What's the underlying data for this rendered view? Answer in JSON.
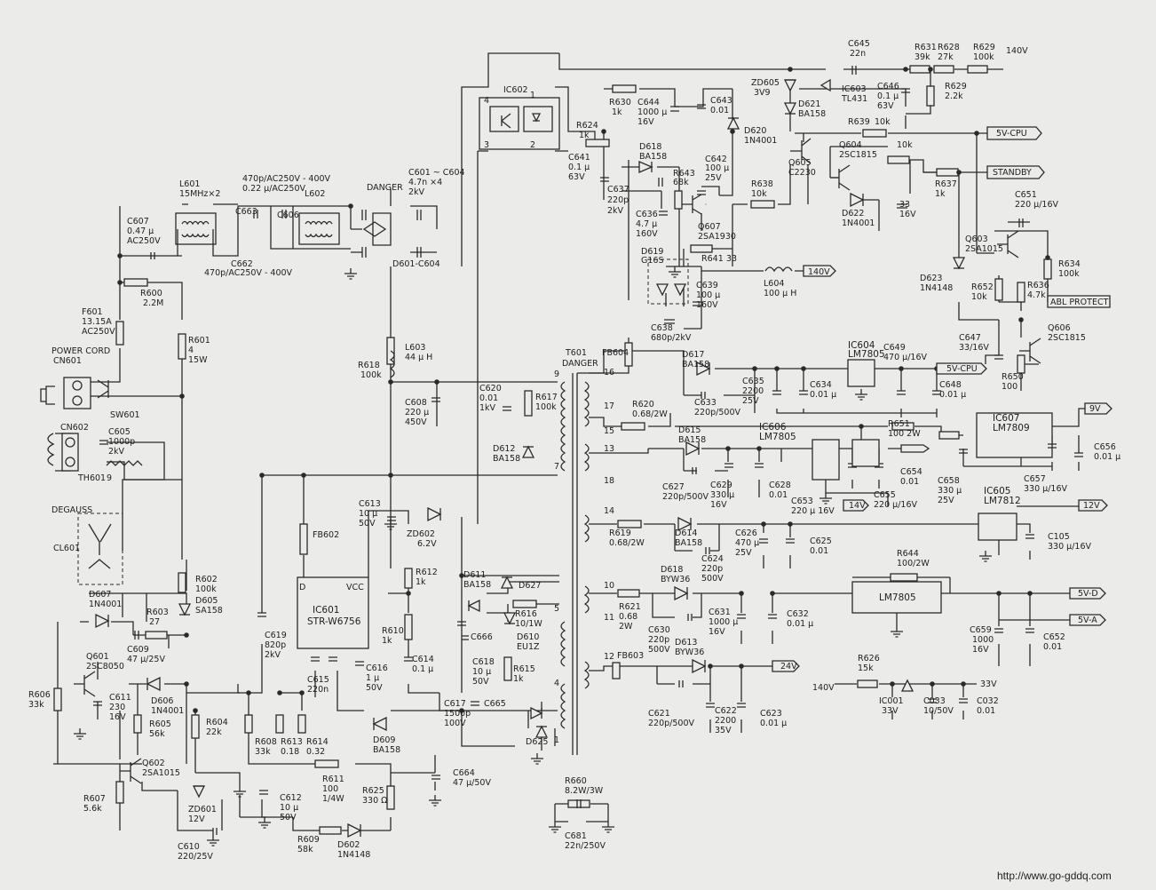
{
  "ic602": "IC602",
  "ic602_pins": [
    "4",
    "1",
    "3",
    "2"
  ],
  "r624": "R624",
  "r624_v": "1k",
  "r630": "R630",
  "r630_v": "1k",
  "c641": "C641",
  "c641_v1": "0.1 μ",
  "c641_v2": "63V",
  "c644": "C644",
  "c644_v1": "1000 μ",
  "c644_v2": "16V",
  "c643": "C643",
  "c643_v": "0.01",
  "d620": "D620",
  "d620_v": "1N4001",
  "d618a": "D618",
  "d618a_v": "BA158",
  "r643": "R643",
  "r643_v": "68k",
  "c642": "C642",
  "c642_v1": "100 μ",
  "c642_v2": "25V",
  "c637": "C637",
  "c637_v1": "220p",
  "c637_v2": "2kV",
  "c636": "C636",
  "c636_v1": "4.7 μ",
  "c636_v2": "160V",
  "q607": "Q607",
  "q607_v": "2SA1930",
  "r641": "R641",
  "r641_v": "33",
  "r638": "R638",
  "r638_v": "10k",
  "zd605": "ZD605",
  "zd605_v": "3V9",
  "d621": "D621",
  "d621_v": "BA158",
  "c645": "C645",
  "c645_v": "22n",
  "r631": "R631",
  "r631_v": "39k",
  "r628": "R628",
  "r628_v": "27k",
  "r629a": "R629",
  "r629a_v": "100k",
  "v140_top": "140V",
  "ic603": "IC603",
  "ic603_v": "TL431",
  "c646": "C646",
  "c646_v1": "0.1 μ",
  "c646_v2": "63V",
  "r629b": "R629",
  "r629b_v": "2.2k",
  "r639": "R639",
  "r639_v": "10k",
  "net_5vcpu": "5V-CPU",
  "q604": "Q604",
  "q604_v": "2SC1815",
  "r_10k": "10k",
  "q605": "Q605",
  "q605_v": "C2230",
  "net_standby": "STANDBY",
  "r637": "R637",
  "r637_v": "1k",
  "d622": "D622",
  "d622_v": "1N4001",
  "c_33": "33",
  "c_33v": "16V",
  "c651": "C651",
  "c651_v": "220 μ/16V",
  "q603": "Q603",
  "q603_v": "2SA1015",
  "r634": "R634",
  "r634_v": "100k",
  "d623": "D623",
  "d623_v": "1N4148",
  "r652": "R652",
  "r652_v": "10k",
  "r636": "R636",
  "r636_v": "4.7k",
  "net_abl": "ABL PROTECT",
  "c647": "C647",
  "c647_v": "33/16V",
  "q606": "Q606",
  "q606_v": "2SC1815",
  "r650": "R650",
  "r650_v": "100",
  "ic604": "IC604",
  "ic604_v": "LM7805",
  "c649": "C649",
  "c649_v": "470 μ/16V",
  "c648": "C648",
  "c648_v": "0.01 μ",
  "net_5vcpu2": "5V-CPU",
  "d619": "D619",
  "d619_v": "G16S",
  "c639": "C639",
  "c639_v1": "100 μ",
  "c639_v2": "160V",
  "c638": "C638",
  "c638_v": "680p/2kV",
  "l604": "L604",
  "l604_v": "100 μ H",
  "net_140v": "140V",
  "d617": "D617",
  "d617_v": "BA158",
  "c635": "C635",
  "c635_v1": "2200",
  "c635_v2": "25V",
  "c634": "C634",
  "c634_v": "0.01 μ",
  "c633": "C633",
  "c633_v": "220p/500V",
  "r620": "R620",
  "r620_v": "0.68/2W",
  "d615": "D615",
  "d615_v": "BA158",
  "ic606": "IC606",
  "ic606_v": "LM7805",
  "r651": "R651",
  "r651_v": "100 2W",
  "ic607": "IC607",
  "ic607_v": "LM7809",
  "net_9v": "9V",
  "c656": "C656",
  "c656_v": "0.01 μ",
  "c658": "C658",
  "c658_v1": "330 μ",
  "c658_v2": "25V",
  "c657": "C657",
  "c657_v": "330 μ/16V",
  "c627": "C627",
  "c627_v": "220p/500V",
  "c629": "C629",
  "c629_v1": "330 μ",
  "c629_v2": "16V",
  "c628": "C628",
  "c628_v": "0.01",
  "c654": "C654",
  "c654_v": "0.01",
  "c653": "C653",
  "c653_v": "220 μ 16V",
  "c655": "C655",
  "c655_v": "220 μ/16V",
  "net_14v": "14V",
  "ic605": "IC605",
  "ic605_v": "LM7812",
  "net_12v": "12V",
  "c105": "C105",
  "c105_v": "330 μ/16V",
  "r619": "R619",
  "r619_v": "0.68/2W",
  "d614": "D614",
  "d614_v": "BA158",
  "c626": "C626",
  "c626_v1": "470 μ",
  "c626_v2": "25V",
  "c625": "C625",
  "c625_v": "0.01",
  "c624": "C624",
  "c624_v1": "220p",
  "c624_v2": "500V",
  "d618b": "D618",
  "d618b_v": "BYW36",
  "r644": "R644",
  "r644_v": "100/2W",
  "ic_lm7805": "LM7805",
  "net_5vd": "5V-D",
  "net_5va": "5V-A",
  "r621": "R621",
  "r621_v1": "0.68",
  "r621_v2": "2W",
  "c630": "C630",
  "c630_v1": "220p",
  "c630_v2": "500V",
  "c631": "C631",
  "c631_v1": "1000 μ",
  "c631_v2": "16V",
  "c632": "C632",
  "c632_v": "0.01 μ",
  "d613": "D613",
  "d613_v": "BYW36",
  "c659": "C659",
  "c659_v1": "1000",
  "c659_v2": "16V",
  "c652": "C652",
  "c652_v": "0.01",
  "fb603": "FB603",
  "net_24v": "24V",
  "c621": "C621",
  "c621_v": "220p/500V",
  "c622": "C622",
  "c622_v1": "2200",
  "c622_v2": "35V",
  "c623": "C623",
  "c623_v": "0.01 μ",
  "r626": "R626",
  "r626_v": "15k",
  "v140_bottom": "140V",
  "v33": "33V",
  "ic001": "IC001",
  "ic001_v": "33V",
  "c033": "C033",
  "c033_v": "10/50V",
  "c032": "C032",
  "c032_v": "0.01",
  "r660": "R660",
  "r660_v": "8.2W/3W",
  "c681": "C681",
  "c681_v": "22n/250V",
  "t601": "T601",
  "t601_v": "DANGER",
  "fb604": "FB604",
  "t_pins": [
    "16",
    "17",
    "9",
    "7",
    "15",
    "13",
    "18",
    "14",
    "10",
    "11",
    "12",
    "5",
    "4",
    "1"
  ],
  "c620": "C620",
  "c620_v1": "0.01",
  "c620_v2": "1kV",
  "r617": "R617",
  "r617_v": "100k",
  "d612": "D612",
  "d612_v": "BA158",
  "l601": "L601",
  "l601_v": "15MHz×2",
  "c601_hdr1": "470p/AC250V - 400V",
  "c601_hdr2": "0.22 μ/AC250V",
  "l602": "L602",
  "danger": "DANGER",
  "c601": "C601 ~ C604",
  "c601_v1": "4.7n ×4",
  "c601_v2": "2kV",
  "c663": "C663",
  "c606": "C606",
  "c662": "C662",
  "c662_v": "470p/AC250V - 400V",
  "d601": "D601-C604",
  "c607": "C607",
  "c607_v1": "0.47 μ",
  "c607_v2": "AC250V",
  "r600": "R600",
  "r600_v": "2.2M",
  "f601": "F601",
  "f601_v1": "13.15A",
  "f601_v2": "AC250V",
  "power_cord": "POWER CORD",
  "cn601": "CN601",
  "r601": "R601",
  "r601_v1": "4",
  "r601_v2": "15W",
  "sw601": "SW601",
  "cn602": "CN602",
  "c605": "C605",
  "c605_v1": "1000p",
  "c605_v2": "2kV",
  "th601": "TH601",
  "th601_v": "9",
  "degauss": "DEGAUSS",
  "cl601": "CL601",
  "l603": "L603",
  "l603_v": "44 μ H",
  "r618": "R618",
  "r618_v": "100k",
  "c608": "C608",
  "c608_v1": "220 μ",
  "c608_v2": "450V",
  "fb602": "FB602",
  "c613": "C613",
  "c613_v1": "10 μ",
  "c613_v2": "50V",
  "zd602": "ZD602",
  "zd602_v": "6.2V",
  "ic601": "IC601",
  "ic601_v": "STR-W6756",
  "ic601_d": "D",
  "ic601_vcc": "VCC",
  "r612": "R612",
  "r612_v": "1k",
  "d611": "D611",
  "d611_v": "BA158",
  "d627": "D627",
  "c666": "C666",
  "r616": "R616",
  "r616_v": "10/1W",
  "d610": "D610",
  "d610_v": "EU1Z",
  "r610": "R610",
  "r610_v": "1k",
  "c614": "C614",
  "c614_v": "0.1 μ",
  "c619": "C619",
  "c619_v1": "820p",
  "c619_v2": "2kV",
  "c615": "C615",
  "c615_v": "220n",
  "c616": "C616",
  "c616_v1": "1 μ",
  "c616_v2": "50V",
  "c618": "C618",
  "c618_v1": "10 μ",
  "c618_v2": "50V",
  "r615": "R615",
  "r615_v": "1k",
  "c617": "C617",
  "c617_v1": "1500p",
  "c617_v2": "100V",
  "c665": "C665",
  "d625": "D625",
  "r602": "R602",
  "r602_v": "100k",
  "d605": "D605",
  "d605_v": "SA158",
  "d607": "D607",
  "d607_v": "1N4001",
  "r603": "R603",
  "r603_v": "27",
  "c609": "C609",
  "c609_v": "47 μ/25V",
  "q601": "Q601",
  "q601_v": "2SC8050",
  "c611": "C611",
  "c611_v1": "230",
  "c611_v2": "16V",
  "d606": "D606",
  "d606_v": "1N4001",
  "r606": "R606",
  "r606_v": "33k",
  "r605": "R605",
  "r605_v": "56k",
  "r604": "R604",
  "r604_v": "22k",
  "r608": "R608",
  "r608_v": "33k",
  "r613": "R613",
  "r613_v": "0.18",
  "r614": "R614",
  "r614_v": "0.32",
  "d609": "D609",
  "d609_v": "BA158",
  "q602": "Q602",
  "q602_v": "2SA1015",
  "r607": "R607",
  "r607_v": "5.6k",
  "zd601": "ZD601",
  "zd601_v": "12V",
  "c610": "C610",
  "c610_v": "220/25V",
  "c612": "C612",
  "c612_v1": "10 μ",
  "c612_v2": "50V",
  "r611": "R611",
  "r611_v1": "100",
  "r611_v2": "1/4W",
  "r609": "R609",
  "r609_v": "58k",
  "d602": "D602",
  "d602_v": "1N4148",
  "r625": "R625",
  "r625_v": "330 Ω",
  "c664": "C664",
  "c664_v": "47 μ/50V",
  "url": "http://www.go-gddq.com"
}
